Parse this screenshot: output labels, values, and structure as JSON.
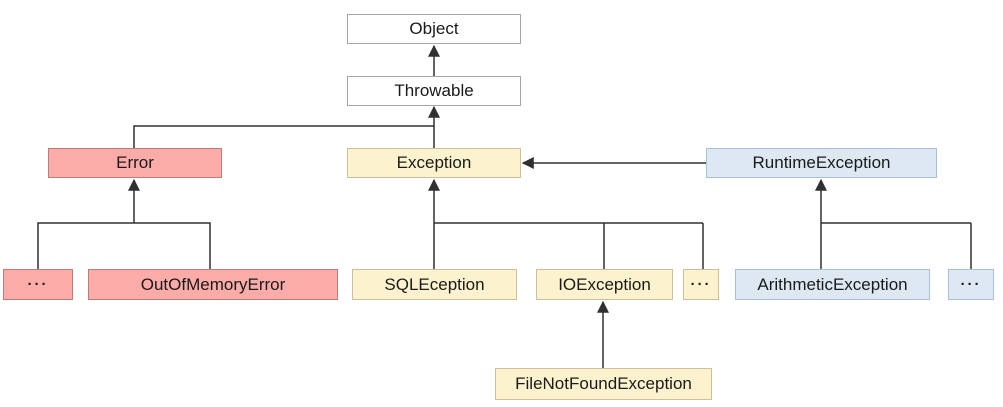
{
  "diagram": {
    "type": "class-hierarchy",
    "nodes": {
      "object": {
        "label": "Object",
        "style": "white"
      },
      "throwable": {
        "label": "Throwable",
        "style": "white"
      },
      "error": {
        "label": "Error",
        "style": "pink"
      },
      "exception": {
        "label": "Exception",
        "style": "yellow"
      },
      "runtime_exception": {
        "label": "RuntimeException",
        "style": "blue"
      },
      "error_more": {
        "label": "···",
        "style": "pink"
      },
      "out_of_memory_error": {
        "label": "OutOfMemoryError",
        "style": "pink"
      },
      "sql_eception": {
        "label": "SQLEception",
        "style": "yellow"
      },
      "io_exception": {
        "label": "IOException",
        "style": "yellow"
      },
      "exception_more": {
        "label": "···",
        "style": "yellow"
      },
      "arithmetic_exception": {
        "label": "ArithmeticException",
        "style": "blue"
      },
      "runtime_more": {
        "label": "···",
        "style": "blue"
      },
      "file_not_found_exception": {
        "label": "FileNotFoundException",
        "style": "yellow"
      }
    },
    "edges": [
      {
        "from": "Throwable",
        "to": "Object",
        "arrow": true
      },
      {
        "from": "Error",
        "to": "Throwable",
        "arrow": true
      },
      {
        "from": "Exception",
        "to": "Throwable",
        "arrow": true
      },
      {
        "from": "RuntimeException",
        "to": "Exception",
        "arrow": true
      },
      {
        "from": "···",
        "to": "Error",
        "arrow": false
      },
      {
        "from": "OutOfMemoryError",
        "to": "Error",
        "arrow": false
      },
      {
        "from": "SQLEception",
        "to": "Exception",
        "arrow": false
      },
      {
        "from": "IOException",
        "to": "Exception",
        "arrow": false
      },
      {
        "from": "···",
        "to": "Exception",
        "arrow": false
      },
      {
        "from": "ArithmeticException",
        "to": "RuntimeException",
        "arrow": false
      },
      {
        "from": "···",
        "to": "RuntimeException",
        "arrow": false
      },
      {
        "from": "FileNotFoundException",
        "to": "IOException",
        "arrow": true
      }
    ],
    "colors": {
      "background": "#ffffff",
      "line": "#303030",
      "white_fill": "#ffffff",
      "white_border": "#a6a6a6",
      "pink_fill": "#fbaca9",
      "pink_border": "#be7b78",
      "yellow_fill": "#fdf2ce",
      "yellow_border": "#ccc09a",
      "blue_fill": "#dde8f3",
      "blue_border": "#a7c1d9"
    }
  }
}
